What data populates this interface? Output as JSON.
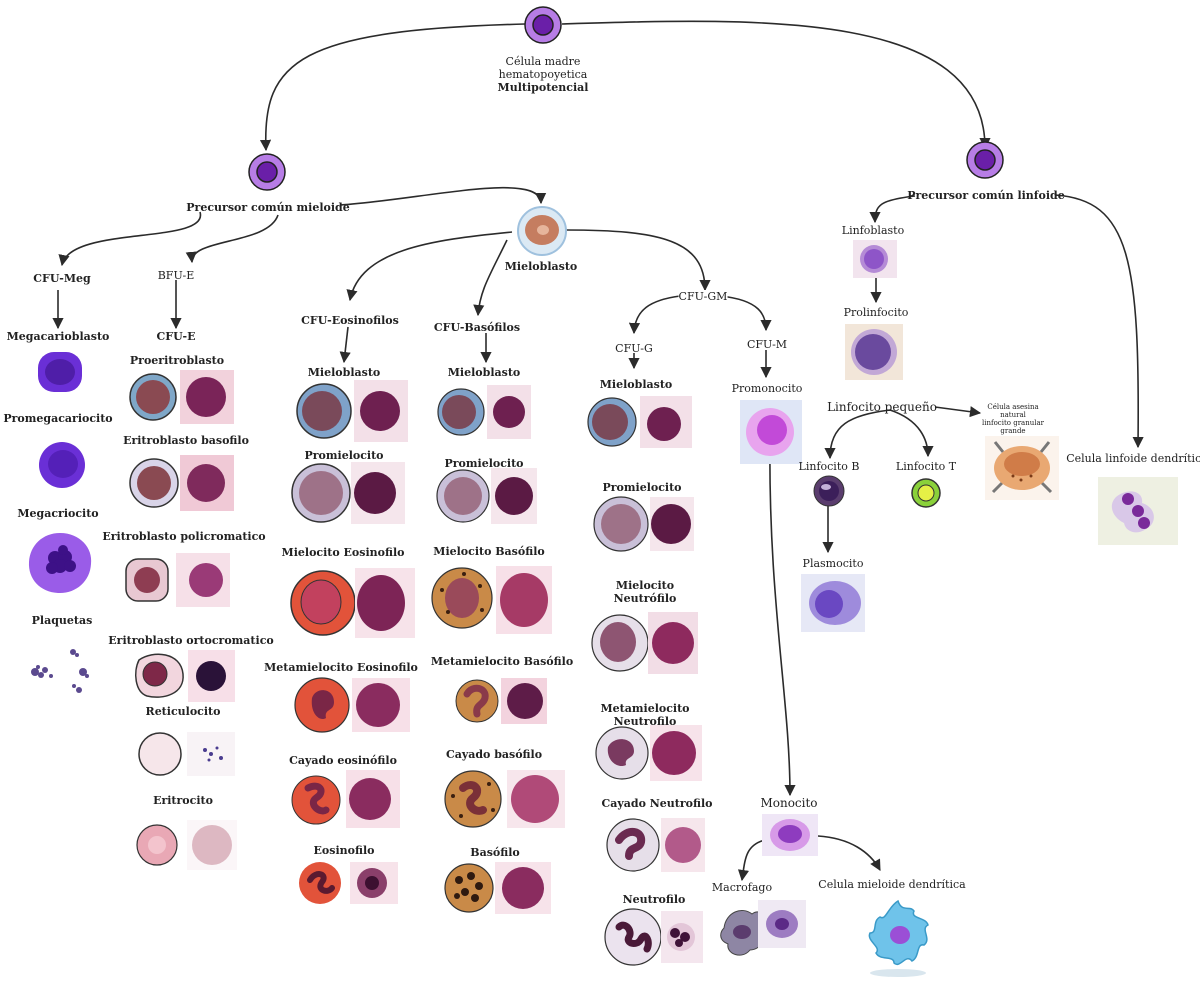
{
  "labels": {
    "hsc_line1": "Célula madre",
    "hsc_line2": "hematopoyetica",
    "hsc_line3": "Multipotencial",
    "myeloid_precursor": "Precursor común mieloide",
    "lymphoid_precursor": "Precursor común linfoide",
    "mieloblasto_top": "Mieloblasto",
    "cfu_meg": "CFU-Meg",
    "bfu_e": "BFU-E",
    "cfu_e": "CFU-E",
    "cfu_eos": "CFU-Eosinofilos",
    "cfu_baso": "CFU-Basófilos",
    "cfu_gm": "CFU-GM",
    "cfu_g": "CFU-G",
    "cfu_m": "CFU-M",
    "megacarioblasto": "Megacarioblasto",
    "promegacariocito": "Promegacariocito",
    "megacariocito": "Megacriocito",
    "plaquetas": "Plaquetas",
    "proeritroblasto": "Proeritroblasto",
    "eritro_basofilo": "Eritroblasto basofilo",
    "eritro_poli": "Eritroblasto policromatico",
    "eritro_orto": "Eritroblasto ortocromatico",
    "reticulocito": "Reticulocito",
    "eritrocito": "Eritrocito",
    "eos_mieloblasto": "Mieloblasto",
    "eos_promielocito": "Promielocito",
    "eos_mielocito": "Mielocito Eosinofilo",
    "eos_metamielocito": "Metamielocito Eosinofilo",
    "eos_cayado": "Cayado eosinófilo",
    "eos_final": "Eosinofilo",
    "bas_mieloblasto": "Mieloblasto",
    "bas_promielocito": "Promielocito",
    "bas_mielocito": "Mielocito Basófilo",
    "bas_metamielocito": "Metamielocito Basófilo",
    "bas_cayado": "Cayado basófilo",
    "bas_final": "Basófilo",
    "neu_mieloblasto": "Mieloblasto",
    "neu_promielocito": "Promielocito",
    "neu_mielocito_1": "Mielocito",
    "neu_mielocito_2": "Neutrófilo",
    "neu_metamielocito_1": "Metamielocito",
    "neu_metamielocito_2": "Neutrofilo",
    "neu_cayado": "Cayado Neutrofilo",
    "neu_final": "Neutrofilo",
    "promonocito": "Promonocito",
    "monocito": "Monocito",
    "macrofago": "Macrofago",
    "mieloide_dendritica": "Celula mieloide dendrítica",
    "linfoblasto": "Linfoblasto",
    "prolinfocito": "Prolinfocito",
    "linfocito_pequeno": "Linfocito pequeño",
    "nk_line1": "Célula asesina",
    "nk_line2": "natural",
    "nk_line3": "linfocito granular",
    "nk_line4": "grande",
    "linfocito_b": "Linfocito B",
    "linfocito_t": "Linfocito T",
    "plasmocito": "Plasmocito",
    "linfoide_dendritica": "Celula linfoide dendrítica"
  },
  "colors": {
    "arrow": "#2b2b2b",
    "stem_cell": "#9b4fd6",
    "stem_nucleus": "#6a1fa8",
    "erythrocyte": "#e9a8b5",
    "eosinophil": "#e2533a",
    "basophil": "#c98a48",
    "neutrophil_stain": "#8e2a5e",
    "megakaryocyte": "#6a2fd6",
    "t_cell": "#8ad13a"
  },
  "icons": [
    "stem-cell-icon",
    "myeloblast-icon",
    "cell-micrograph-icon",
    "platelets-icon",
    "dendritic-cell-icon",
    "nk-cell-icon",
    "macrophage-icon"
  ]
}
